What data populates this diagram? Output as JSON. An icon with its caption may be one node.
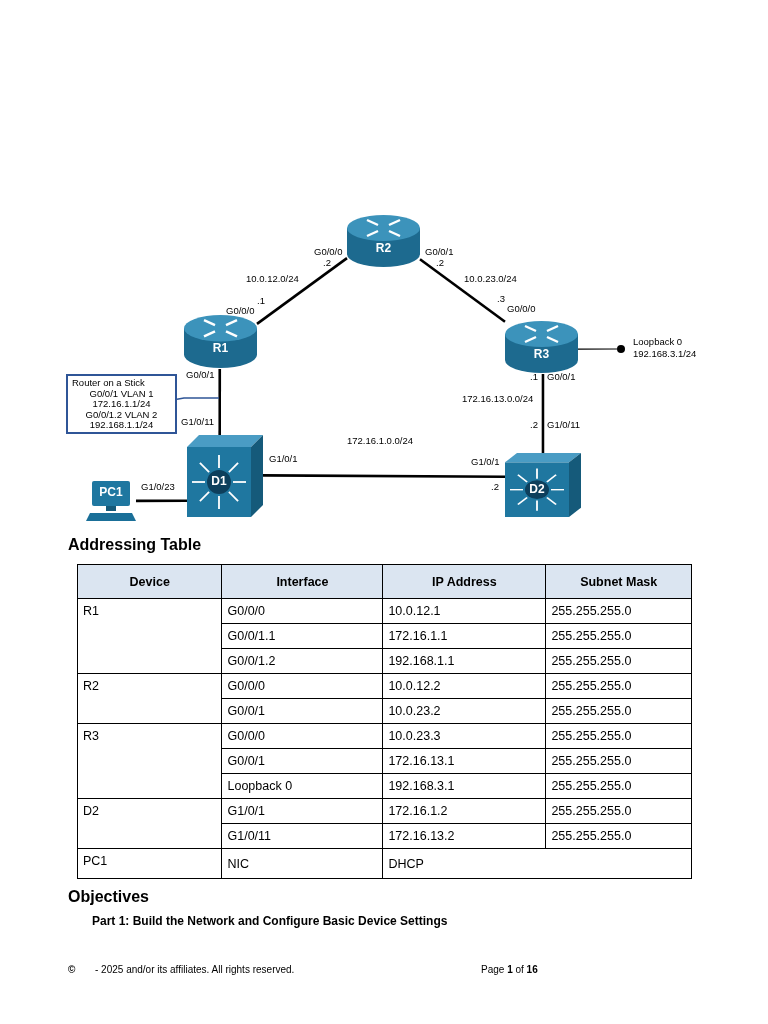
{
  "diagram": {
    "nodes": [
      {
        "text": [
          "R2"
        ]
      },
      {
        "text": [
          "R1"
        ]
      },
      {
        "text": [
          "R3"
        ]
      },
      {
        "text": [
          "D1"
        ]
      },
      {
        "text": [
          "D2"
        ]
      },
      {
        "text": [
          "PC1"
        ]
      },
      {
        "text": [],
        "shape": "circle",
        "beside": [
          "Loopback 0",
          "192.168.3.1/24"
        ]
      },
      {
        "text": [
          "Router on a Stick",
          "G0/0/1 VLAN 1",
          "172.16.1.1/24",
          "G0/0/1.2 VLAN 2",
          "192.168.1.1/24"
        ]
      }
    ],
    "edges": [
      {
        "from": 1,
        "to": 0,
        "arrow": "none",
        "label": "10.0.12.0/24"
      },
      {
        "from": 0,
        "to": 2,
        "arrow": "none",
        "label": "10.0.23.0/24"
      },
      {
        "from": 2,
        "to": 6,
        "arrow": "none"
      },
      {
        "from": 1,
        "to": 3,
        "arrow": "none"
      },
      {
        "from": 2,
        "to": 4,
        "arrow": "none",
        "label": "172.16.13.0.0/24"
      },
      {
        "from": 3,
        "to": 4,
        "arrow": "none",
        "label": "172.16.1.0.0/24"
      },
      {
        "from": 5,
        "to": 3,
        "arrow": "none"
      },
      {
        "from": 7,
        "to": null,
        "arrow": "none",
        "color": "#2f5597"
      }
    ],
    "labels": [
      "G0/0/0",
      ".2",
      "G0/0/1",
      ".2",
      ".1",
      "G0/0/0",
      ".3",
      "G0/0/0",
      "G0/0/1",
      "G1/0/11",
      ".1",
      "G0/0/1",
      ".2",
      "G1/0/11",
      "G1/0/1",
      "G1/0/1",
      "G1/0/23",
      ".2",
      "Addressing Table",
      "Device",
      "Interface",
      "IP Address",
      "Subnet Mask",
      "R1",
      "G0/0/0",
      "10.0.12.1",
      "255.255.255.0",
      "G0/0/1.1",
      "172.16.1.1",
      "255.255.255.0",
      "G0/0/1.2",
      "192.168.1.1",
      "255.255.255.0",
      "R2",
      "G0/0/0",
      "10.0.12.2",
      "255.255.255.0",
      "G0/0/1",
      "10.0.23.2",
      "255.255.255.0",
      "R3",
      "G0/0/0",
      "10.0.23.3",
      "255.255.255.0",
      "G0/0/1",
      "172.16.13.1",
      "255.255.255.0",
      "Loopback 0",
      "192.168.3.1",
      "255.255.255.0",
      "D2",
      "G1/0/1",
      "172.16.1.2",
      "255.255.255.0",
      "G1/0/11",
      "172.16.13.2",
      "255.255.255.0",
      "PC1",
      "NIC",
      "DHCP",
      "Objectives",
      "Part 1: Build the Network and Configure Basic Device Settings",
      "©",
      "- 2025 and/or its affiliates. All rights reserved.",
      "Page **1** of **16**"
    ]
  }
}
